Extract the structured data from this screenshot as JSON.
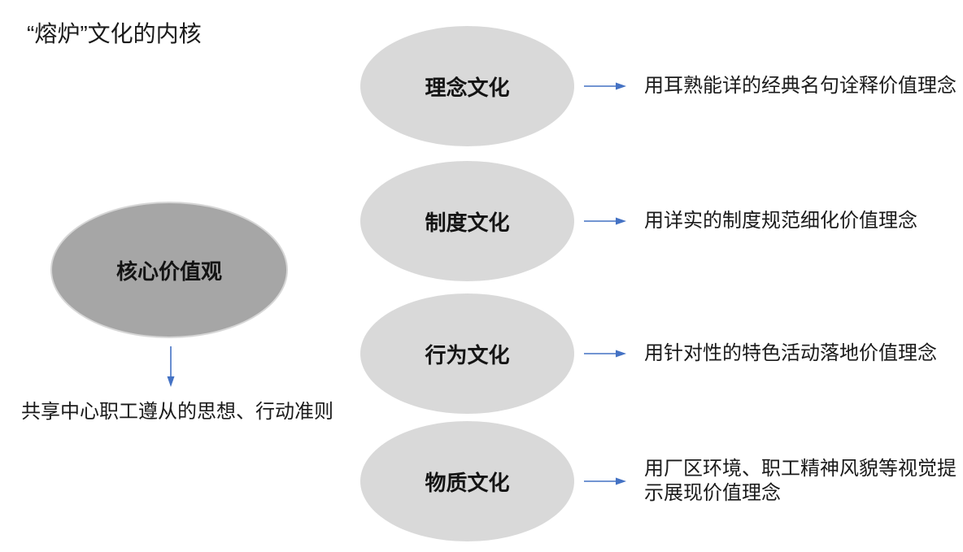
{
  "title": "“熔炉”文化的内核",
  "colors": {
    "arrow": "#4472c4",
    "ellipse_light": "#d9d9d9",
    "ellipse_dark": "#a6a6a6",
    "text": "#1a1a1a"
  },
  "core": {
    "label": "核心价值观",
    "caption": "共享中心职工遵从的思想、行动准则"
  },
  "categories": [
    {
      "label": "理念文化",
      "description": "用耳熟能详的经典名句诠释价值理念"
    },
    {
      "label": "制度文化",
      "description": "用详实的制度规范细化价值理念"
    },
    {
      "label": "行为文化",
      "description": "用针对性的特色活动落地价值理念"
    },
    {
      "label": "物质文化",
      "description": "用厂区环境、职工精神风貌等视觉提示展现价值理念"
    }
  ]
}
